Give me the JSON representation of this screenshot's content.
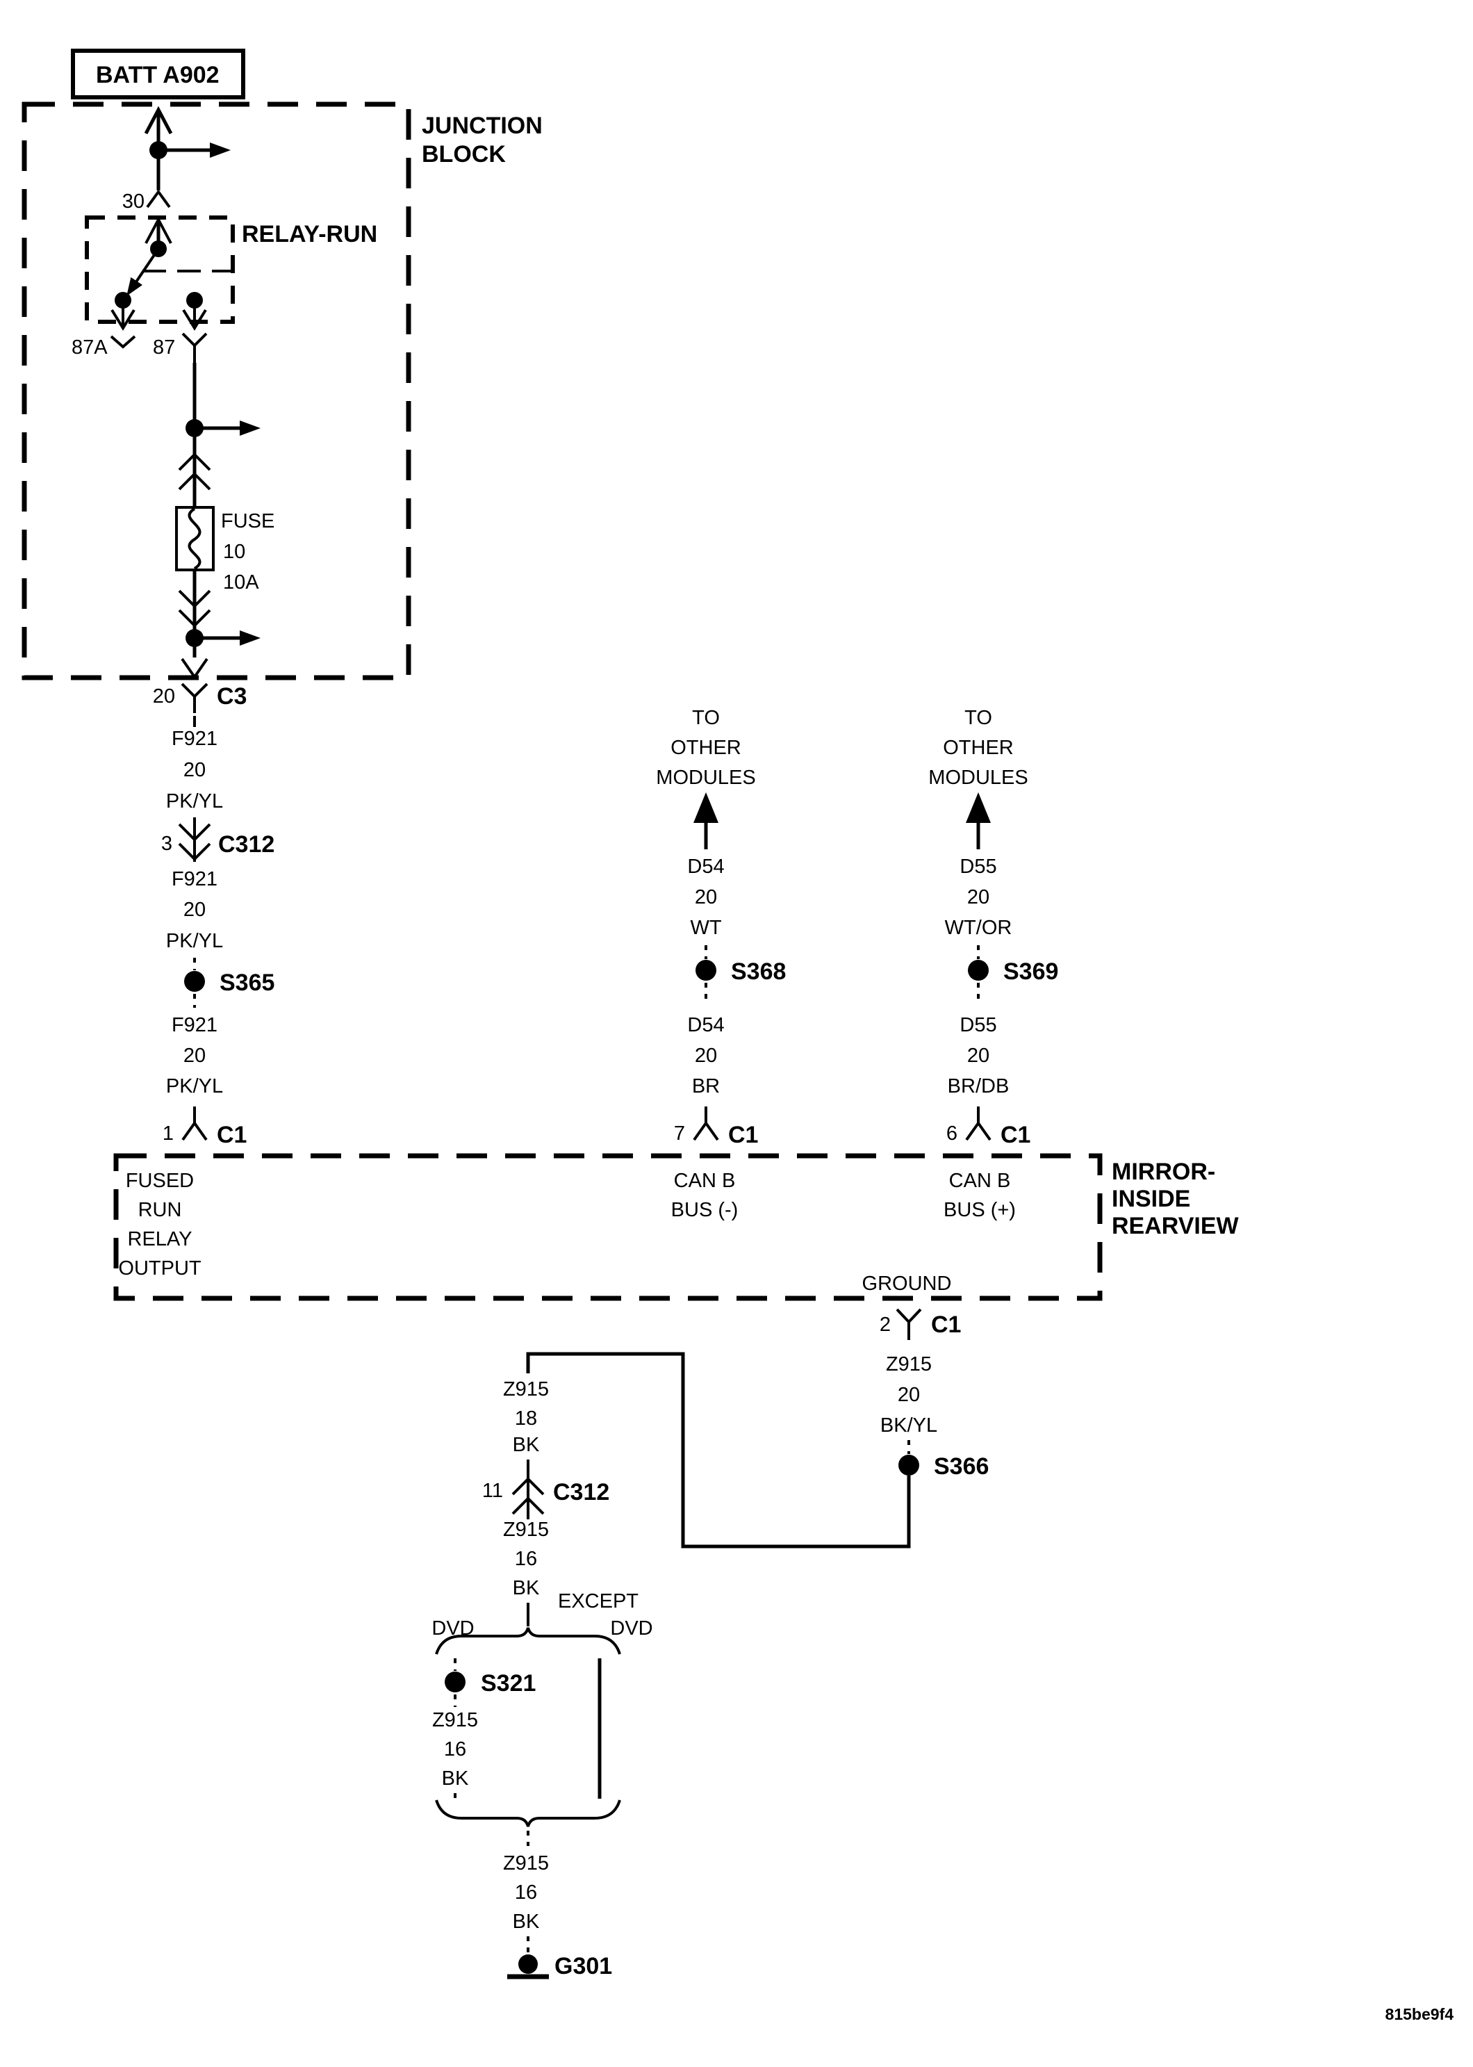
{
  "colors": {
    "ink": "#000000",
    "paper": "#ffffff"
  },
  "battery": {
    "label": "BATT A902"
  },
  "junction_block": {
    "label": [
      "JUNCTION",
      "BLOCK"
    ],
    "relay": {
      "label": "RELAY-RUN",
      "pin_in": "30",
      "pin_nc": "87A",
      "pin_no": "87"
    },
    "fuse": {
      "label": "FUSE",
      "number": "10",
      "rating": "10A"
    },
    "out_connector": {
      "pin": "20",
      "name": "C3"
    }
  },
  "run_feed": {
    "wire1": {
      "circuit": "F921",
      "gauge": "20",
      "color": "PK/YL"
    },
    "c312": {
      "pin": "3",
      "name": "C312"
    },
    "wire2": {
      "circuit": "F921",
      "gauge": "20",
      "color": "PK/YL"
    },
    "splice": "S365",
    "wire3": {
      "circuit": "F921",
      "gauge": "20",
      "color": "PK/YL"
    },
    "c1": {
      "pin": "1",
      "name": "C1"
    }
  },
  "can_minus": {
    "dest": [
      "TO",
      "OTHER",
      "MODULES"
    ],
    "wire_top": {
      "circuit": "D54",
      "gauge": "20",
      "color": "WT"
    },
    "splice": "S368",
    "wire_bottom": {
      "circuit": "D54",
      "gauge": "20",
      "color": "BR"
    },
    "c1": {
      "pin": "7",
      "name": "C1"
    }
  },
  "can_plus": {
    "dest": [
      "TO",
      "OTHER",
      "MODULES"
    ],
    "wire_top": {
      "circuit": "D55",
      "gauge": "20",
      "color": "WT/OR"
    },
    "splice": "S369",
    "wire_bottom": {
      "circuit": "D55",
      "gauge": "20",
      "color": "BR/DB"
    },
    "c1": {
      "pin": "6",
      "name": "C1"
    }
  },
  "mirror": {
    "label": [
      "MIRROR-",
      "INSIDE",
      "REARVIEW"
    ],
    "pins": {
      "run": [
        "FUSED",
        "RUN",
        "RELAY",
        "OUTPUT"
      ],
      "can_minus": [
        "CAN B",
        "BUS (-)"
      ],
      "can_plus": [
        "CAN B",
        "BUS (+)"
      ],
      "ground": "GROUND"
    }
  },
  "ground_path": {
    "c1": {
      "pin": "2",
      "name": "C1"
    },
    "wire1": {
      "circuit": "Z915",
      "gauge": "20",
      "color": "BK/YL"
    },
    "splice_s366": "S366",
    "wire2": {
      "circuit": "Z915",
      "gauge": "18",
      "color": "BK"
    },
    "c312": {
      "pin": "11",
      "name": "C312"
    },
    "wire3": {
      "circuit": "Z915",
      "gauge": "16",
      "color": "BK"
    },
    "branch_dvd": {
      "label": "DVD",
      "splice": "S321",
      "wire": {
        "circuit": "Z915",
        "gauge": "16",
        "color": "BK"
      }
    },
    "branch_except": {
      "label": [
        "EXCEPT",
        "DVD"
      ]
    },
    "wire4": {
      "circuit": "Z915",
      "gauge": "16",
      "color": "BK"
    },
    "ground": "G301"
  },
  "footer": {
    "diagram_id": "815be9f4"
  }
}
